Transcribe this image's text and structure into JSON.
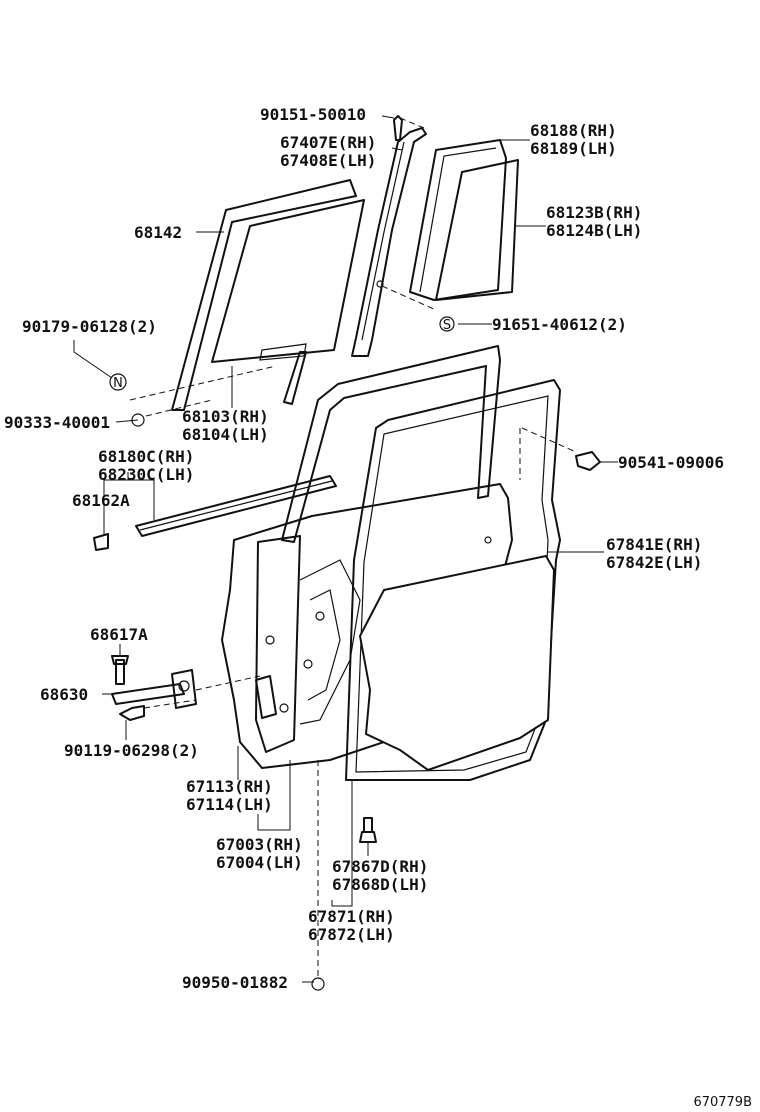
{
  "labels": {
    "p90151": "90151-50010",
    "p67407e": "67407E(RH)",
    "p67408e": "67408E(LH)",
    "p68188": "68188(RH)",
    "p68189": "68189(LH)",
    "p68142": "68142",
    "p68123b": "68123B(RH)",
    "p68124b": "68124B(LH)",
    "p90179": "90179-06128(2)",
    "p91651": "91651-40612(2)",
    "p90333": "90333-40001",
    "p68103": "68103(RH)",
    "p68104": "68104(LH)",
    "p68180c": "68180C(RH)",
    "p68230c": "68230C(LH)",
    "p90541": "90541-09006",
    "p68162a": "68162A",
    "p67841e": "67841E(RH)",
    "p67842e": "67842E(LH)",
    "p68617a": "68617A",
    "p68630": "68630",
    "p90119": "90119-06298(2)",
    "p67113": "67113(RH)",
    "p67114": "67114(LH)",
    "p67003": "67003(RH)",
    "p67004": "67004(LH)",
    "p67867d": "67867D(RH)",
    "p67868d": "67868D(LH)",
    "p67871": "67871(RH)",
    "p67872": "67872(LH)",
    "p90950": "90950-01882"
  },
  "markers": {
    "n_marker": "N",
    "s_marker": "S"
  },
  "diagram_id": "670779B"
}
